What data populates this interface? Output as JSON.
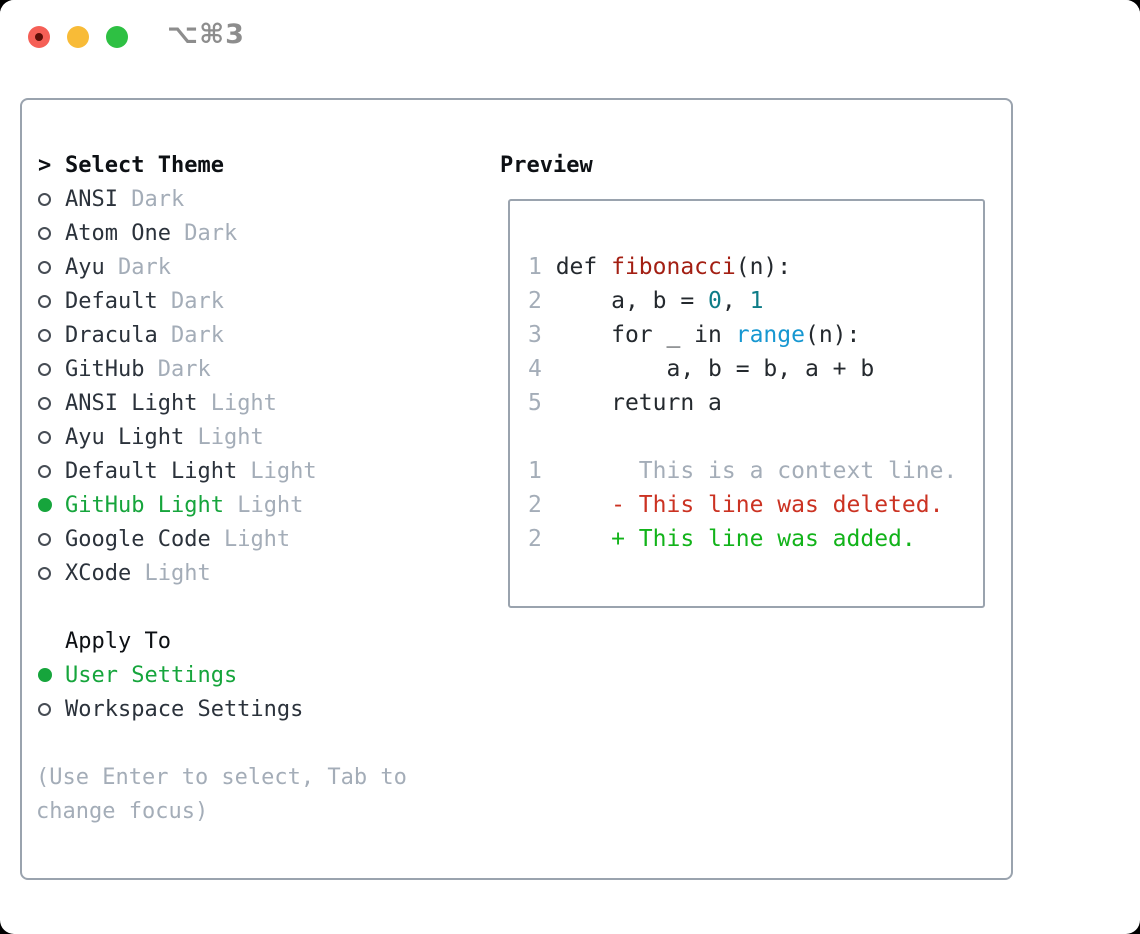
{
  "window": {
    "shortcut_label": "⌥⌘3",
    "traffic_lights": [
      "close",
      "minimize",
      "zoom"
    ]
  },
  "theme_picker": {
    "title": "Select Theme",
    "title_prefix": ">",
    "items": [
      {
        "label": "ANSI",
        "variant": "Dark",
        "selected": false
      },
      {
        "label": "Atom One",
        "variant": "Dark",
        "selected": false
      },
      {
        "label": "Ayu",
        "variant": "Dark",
        "selected": false
      },
      {
        "label": "Default",
        "variant": "Dark",
        "selected": false
      },
      {
        "label": "Dracula",
        "variant": "Dark",
        "selected": false
      },
      {
        "label": "GitHub",
        "variant": "Dark",
        "selected": false
      },
      {
        "label": "ANSI Light",
        "variant": "Light",
        "selected": false
      },
      {
        "label": "Ayu Light",
        "variant": "Light",
        "selected": false
      },
      {
        "label": "Default Light",
        "variant": "Light",
        "selected": false
      },
      {
        "label": "GitHub Light",
        "variant": "Light",
        "selected": true
      },
      {
        "label": "Google Code",
        "variant": "Light",
        "selected": false
      },
      {
        "label": "XCode",
        "variant": "Light",
        "selected": false
      }
    ],
    "apply_to": {
      "title": "Apply To",
      "options": [
        {
          "label": "User Settings",
          "selected": true
        },
        {
          "label": "Workspace Settings",
          "selected": false
        }
      ]
    },
    "hint_lines": [
      "(Use Enter to select, Tab to",
      "change focus)"
    ]
  },
  "preview": {
    "title": "Preview",
    "lines": [
      {
        "spans": [
          {
            "text": "1 ",
            "style": "linenum"
          },
          {
            "text": "def ",
            "style": "code"
          },
          {
            "text": "fibonacci",
            "style": "function"
          },
          {
            "text": "(n):",
            "style": "code"
          }
        ]
      },
      {
        "spans": [
          {
            "text": "2 ",
            "style": "linenum"
          },
          {
            "text": "    a, b = ",
            "style": "code"
          },
          {
            "text": "0",
            "style": "literal"
          },
          {
            "text": ", ",
            "style": "code"
          },
          {
            "text": "1",
            "style": "literal"
          }
        ]
      },
      {
        "spans": [
          {
            "text": "3 ",
            "style": "linenum"
          },
          {
            "text": "    for _ in ",
            "style": "code"
          },
          {
            "text": "range",
            "style": "builtin"
          },
          {
            "text": "(n):",
            "style": "code"
          }
        ]
      },
      {
        "spans": [
          {
            "text": "4 ",
            "style": "linenum"
          },
          {
            "text": "        a, b = b, a + b",
            "style": "code"
          }
        ]
      },
      {
        "spans": [
          {
            "text": "5 ",
            "style": "linenum"
          },
          {
            "text": "    return a",
            "style": "code"
          }
        ]
      },
      {
        "spans": [
          {
            "text": "",
            "style": "code"
          }
        ]
      },
      {
        "spans": [
          {
            "text": "1",
            "style": "linenum"
          },
          {
            "text": "       This is a context line.",
            "style": "context"
          }
        ]
      },
      {
        "spans": [
          {
            "text": "2",
            "style": "linenum"
          },
          {
            "text": "     ",
            "style": "code"
          },
          {
            "text": "- This line was deleted.",
            "style": "deleted"
          }
        ]
      },
      {
        "spans": [
          {
            "text": "2",
            "style": "linenum"
          },
          {
            "text": "     ",
            "style": "code"
          },
          {
            "text": "+ This line was added.",
            "style": "added"
          }
        ]
      }
    ]
  },
  "colors": {
    "accent_green": "#16a53c",
    "added_green": "#12b31a",
    "deleted_red": "#cb3222",
    "function_red": "#a31f13",
    "literal_teal": "#0e7c87",
    "builtin_blue": "#1697d1",
    "muted_gray": "#a4adb8",
    "border_gray": "#9aa3ae",
    "text_dark": "#24292e",
    "traffic_red": "#f55f56",
    "traffic_yellow": "#f8bb37",
    "traffic_green": "#2ec043"
  }
}
